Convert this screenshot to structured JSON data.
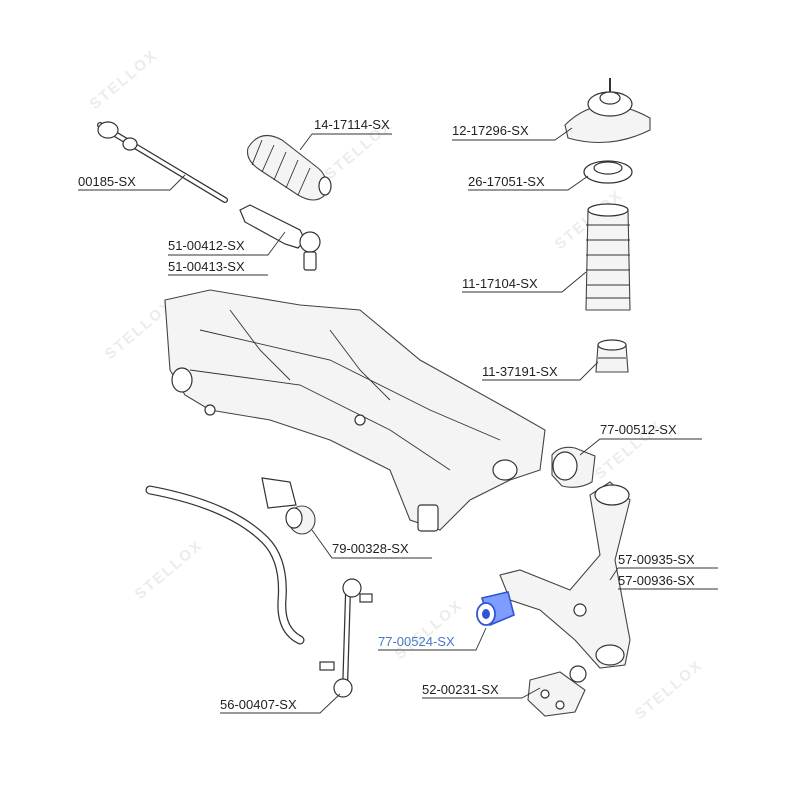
{
  "brand": {
    "watermark": "STELLOX"
  },
  "colors": {
    "highlight_part": "#2f55d4",
    "highlight_label": "#4a78c8",
    "line": "#333333"
  },
  "labels": [
    {
      "id": "tie-rod-inner",
      "text": "00185-SX"
    },
    {
      "id": "steering-boot",
      "text": "14-17114-SX"
    },
    {
      "id": "tie-rod-end-left",
      "text": "51-00412-SX"
    },
    {
      "id": "tie-rod-end-right",
      "text": "51-00413-SX"
    },
    {
      "id": "strut-mount",
      "text": "12-17296-SX"
    },
    {
      "id": "bearing",
      "text": "26-17051-SX"
    },
    {
      "id": "dust-boot",
      "text": "11-17104-SX"
    },
    {
      "id": "bump-stop",
      "text": "11-37191-SX"
    },
    {
      "id": "arm-bushing-rear",
      "text": "77-00512-SX"
    },
    {
      "id": "stabilizer-bushing",
      "text": "79-00328-SX"
    },
    {
      "id": "control-arm-left",
      "text": "57-00935-SX"
    },
    {
      "id": "control-arm-right",
      "text": "57-00936-SX"
    },
    {
      "id": "arm-bushing-front",
      "text": "77-00524-SX",
      "highlighted": true
    },
    {
      "id": "stabilizer-link",
      "text": "56-00407-SX"
    },
    {
      "id": "ball-joint",
      "text": "52-00231-SX"
    }
  ]
}
